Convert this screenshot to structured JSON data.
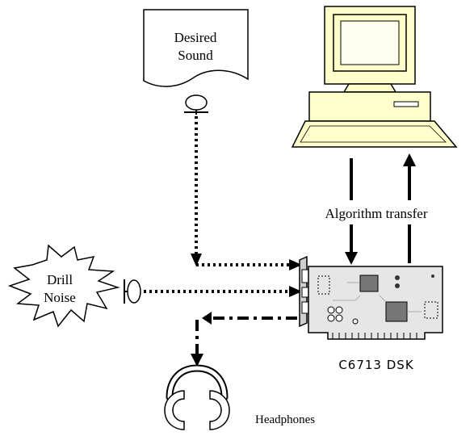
{
  "labels": {
    "desired_sound": [
      "Desired",
      "Sound"
    ],
    "drill_noise": [
      "Drill",
      "Noise"
    ],
    "algorithm_transfer": "Algorithm transfer",
    "board": "C6713 DSK",
    "headphones": "Headphones"
  },
  "colors": {
    "stroke": "#000000",
    "computer_body": "#ffffcc",
    "board": "#e4e4e4",
    "screen": "#ffffcc"
  }
}
